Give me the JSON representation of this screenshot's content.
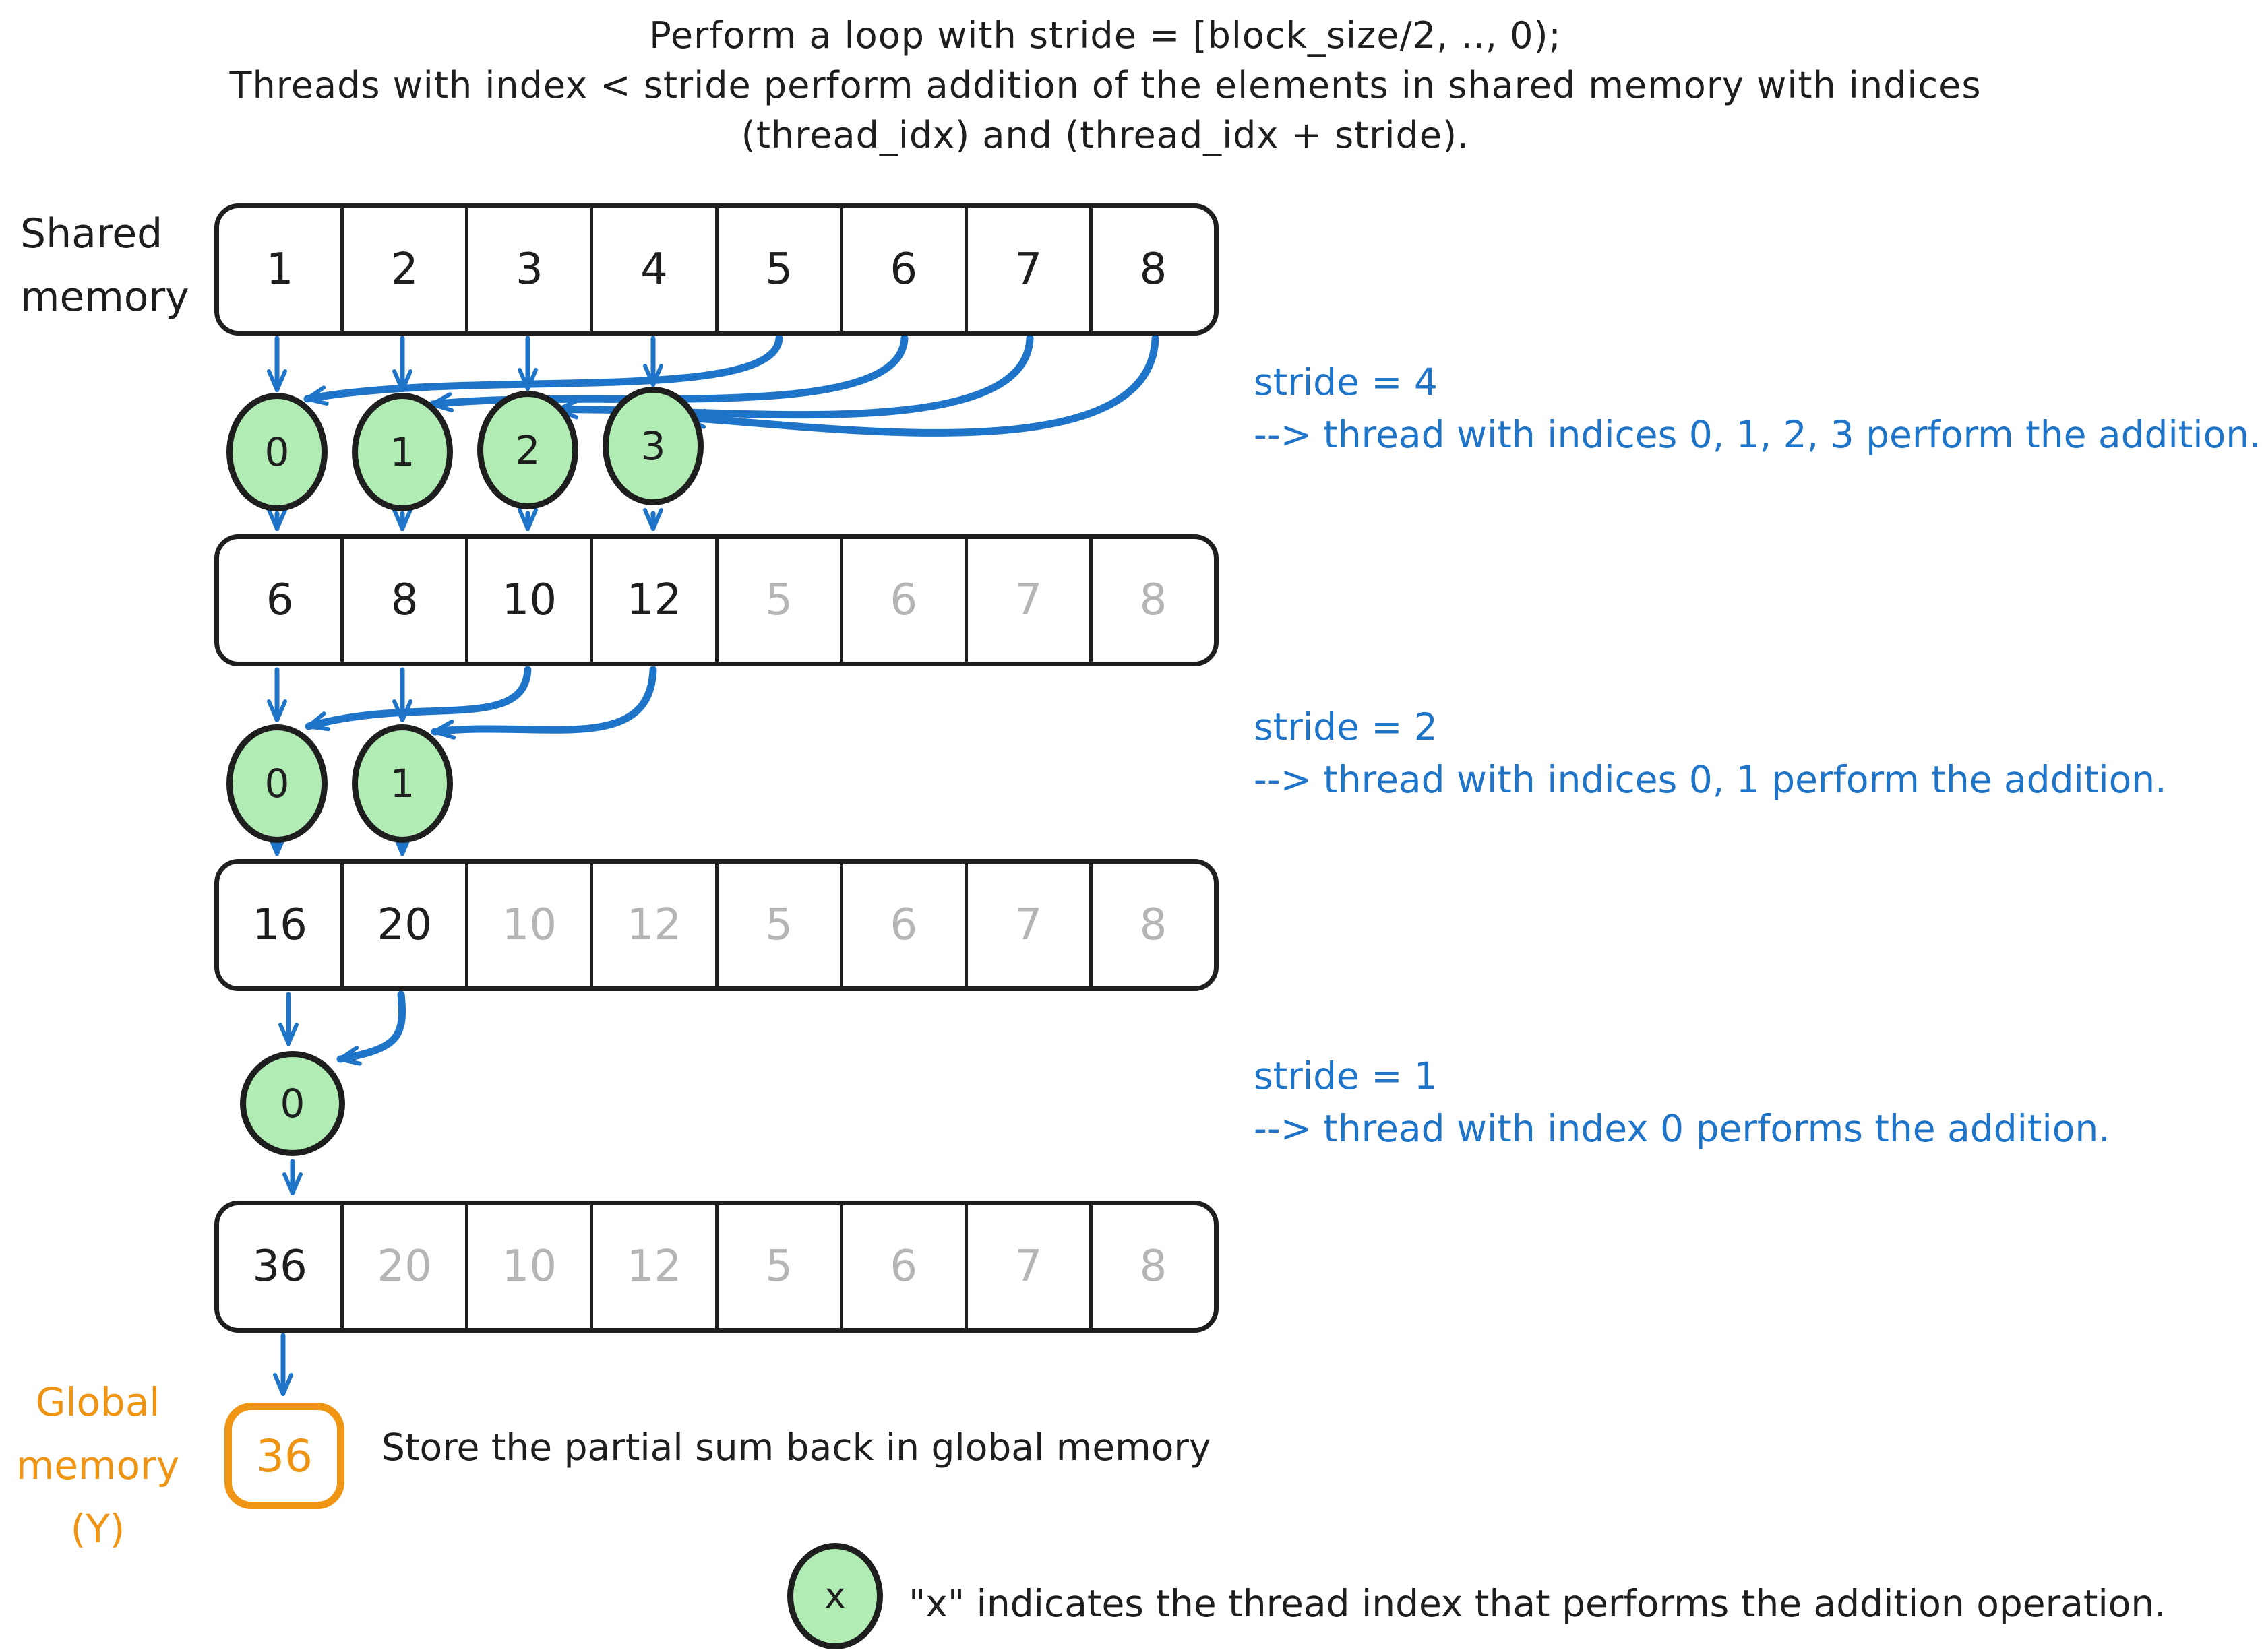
{
  "title": {
    "line1": "Perform a loop with stride = [block_size/2, .., 0);",
    "line2": "Threads with index < stride perform addition of the elements in shared memory with indices",
    "line3": "(thread_idx) and (thread_idx + stride)."
  },
  "shared_memory_label": {
    "line1": "Shared",
    "line2": "memory"
  },
  "global_memory_label": {
    "line1": "Global",
    "line2": "memory",
    "line3": "(Y)"
  },
  "rows": [
    {
      "name": "initial values",
      "cells": [
        {
          "value": "1",
          "dim": false
        },
        {
          "value": "2",
          "dim": false
        },
        {
          "value": "3",
          "dim": false
        },
        {
          "value": "4",
          "dim": false
        },
        {
          "value": "5",
          "dim": false
        },
        {
          "value": "6",
          "dim": false
        },
        {
          "value": "7",
          "dim": false
        },
        {
          "value": "8",
          "dim": false
        }
      ]
    },
    {
      "name": "after stride 4",
      "cells": [
        {
          "value": "6",
          "dim": false
        },
        {
          "value": "8",
          "dim": false
        },
        {
          "value": "10",
          "dim": false
        },
        {
          "value": "12",
          "dim": false
        },
        {
          "value": "5",
          "dim": true
        },
        {
          "value": "6",
          "dim": true
        },
        {
          "value": "7",
          "dim": true
        },
        {
          "value": "8",
          "dim": true
        }
      ]
    },
    {
      "name": "after stride 2",
      "cells": [
        {
          "value": "16",
          "dim": false
        },
        {
          "value": "20",
          "dim": false
        },
        {
          "value": "10",
          "dim": true
        },
        {
          "value": "12",
          "dim": true
        },
        {
          "value": "5",
          "dim": true
        },
        {
          "value": "6",
          "dim": true
        },
        {
          "value": "7",
          "dim": true
        },
        {
          "value": "8",
          "dim": true
        }
      ]
    },
    {
      "name": "after stride 1",
      "cells": [
        {
          "value": "36",
          "dim": false
        },
        {
          "value": "20",
          "dim": true
        },
        {
          "value": "10",
          "dim": true
        },
        {
          "value": "12",
          "dim": true
        },
        {
          "value": "5",
          "dim": true
        },
        {
          "value": "6",
          "dim": true
        },
        {
          "value": "7",
          "dim": true
        },
        {
          "value": "8",
          "dim": true
        }
      ]
    }
  ],
  "steps": [
    {
      "stride_label": "stride = 4",
      "description": "--> thread with indices 0, 1, 2, 3 perform the addition.",
      "threads": [
        "0",
        "1",
        "2",
        "3"
      ]
    },
    {
      "stride_label": "stride = 2",
      "description": "--> thread with indices 0, 1 perform the addition.",
      "threads": [
        "0",
        "1"
      ]
    },
    {
      "stride_label": "stride = 1",
      "description": "--> thread with index 0 performs the addition.",
      "threads": [
        "0"
      ]
    }
  ],
  "global_memory": {
    "value": "36",
    "note": "Store the partial sum back in global memory"
  },
  "legend": {
    "symbol": "x",
    "text": "\"x\" indicates the thread index that performs the addition operation."
  },
  "colors": {
    "ink": "#1e1e1e",
    "arrow_blue": "#1e74c8",
    "thread_green": "#b0ecb4",
    "inactive_gray": "#b5b5b5",
    "global_orange": "#ef9413"
  }
}
